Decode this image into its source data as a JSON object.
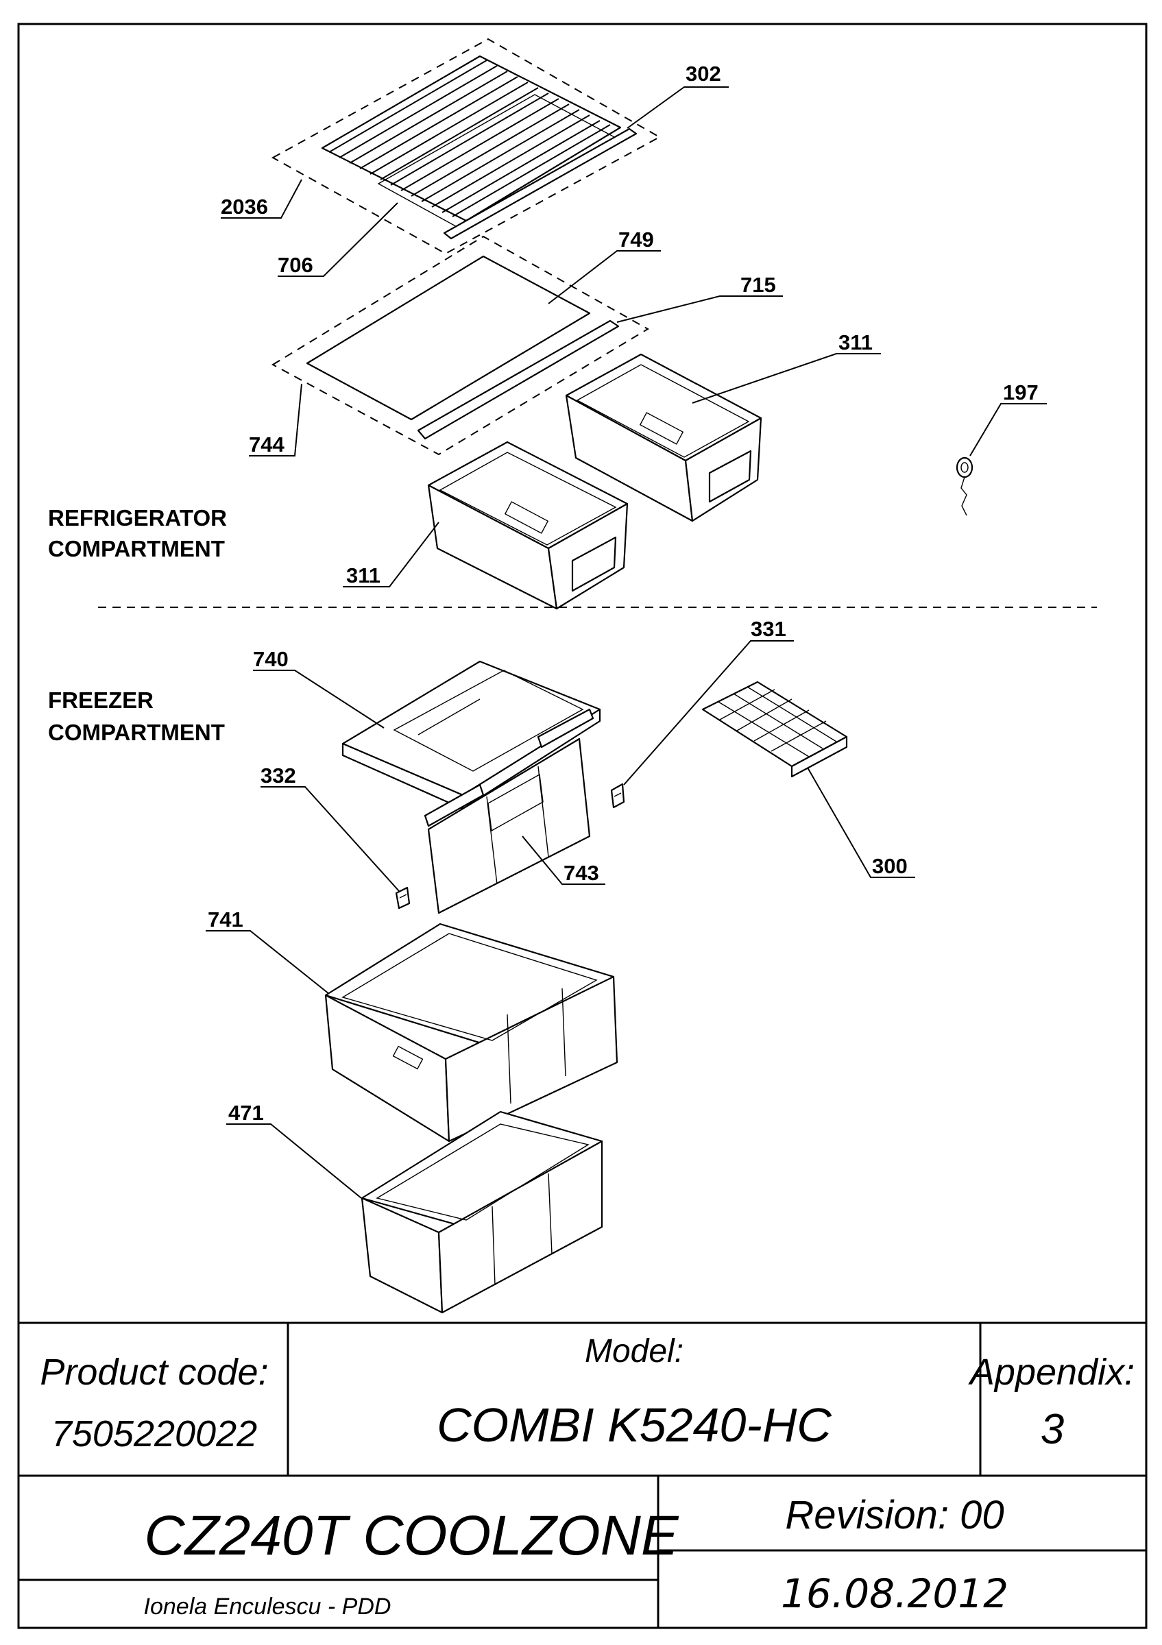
{
  "sections": {
    "refrigerator_line1": "REFRIGERATOR",
    "refrigerator_line2": "COMPARTMENT",
    "freezer_line1": "FREEZER",
    "freezer_line2": "COMPARTMENT"
  },
  "callouts": {
    "c302": "302",
    "c2036": "2036",
    "c706": "706",
    "c749": "749",
    "c715": "715",
    "c311a": "311",
    "c197": "197",
    "c744": "744",
    "c311b": "311",
    "c331": "331",
    "c740": "740",
    "c332": "332",
    "c743": "743",
    "c300": "300",
    "c741": "741",
    "c471": "471"
  },
  "title_block": {
    "product_code_label": "Product code:",
    "product_code_value": "7505220022",
    "model_label": "Model:",
    "model_value": "COMBI K5240-HC",
    "appendix_label": "Appendix:",
    "appendix_value": "3",
    "name": "CZ240T COOLZONE",
    "revision": "Revision: 00",
    "author": "Ionela Enculescu - PDD",
    "date": "16.08.2012"
  }
}
